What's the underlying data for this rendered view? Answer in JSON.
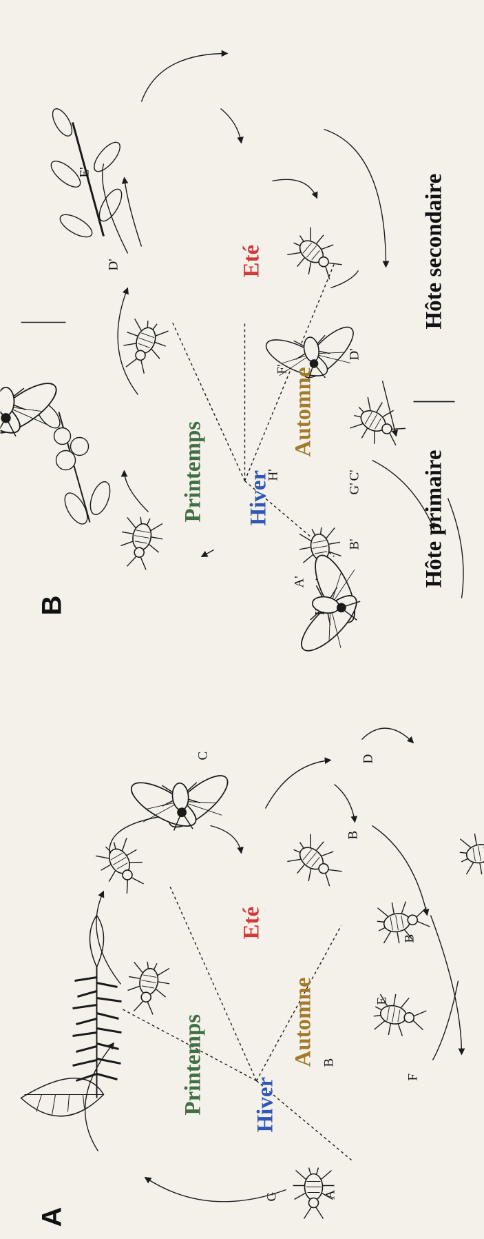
{
  "colors": {
    "spring": "#3f6f43",
    "winter": "#2f57b8",
    "summer": "#d13a3a",
    "autumn": "#a37a2c",
    "ink": "#1a1a1a"
  },
  "panel_a": {
    "letter": "A",
    "seasons": {
      "spring": "Printemps",
      "winter": "Hiver",
      "summer": "Eté",
      "autumn": "Automne"
    },
    "labels": {
      "a": "A",
      "b_top": "B",
      "b_right": "B",
      "b_bottom": "B",
      "c": "C",
      "d": "D",
      "e": "E",
      "f": "F",
      "g": "G"
    }
  },
  "panel_b": {
    "letter": "B",
    "seasons": {
      "spring": "Printemps",
      "winter": "Hiver",
      "summer": "Eté",
      "autumn": "Automne"
    },
    "labels": {
      "a": "A'",
      "b": "B'",
      "c": "C'",
      "d_top": "D'",
      "d_bottom": "D'",
      "e": "E'",
      "f": "F'",
      "g": "G'",
      "h": "H'",
      "i": "I'"
    },
    "hosts": {
      "primary": "Hôte primaire",
      "secondary": "Hôte secondaire"
    }
  }
}
